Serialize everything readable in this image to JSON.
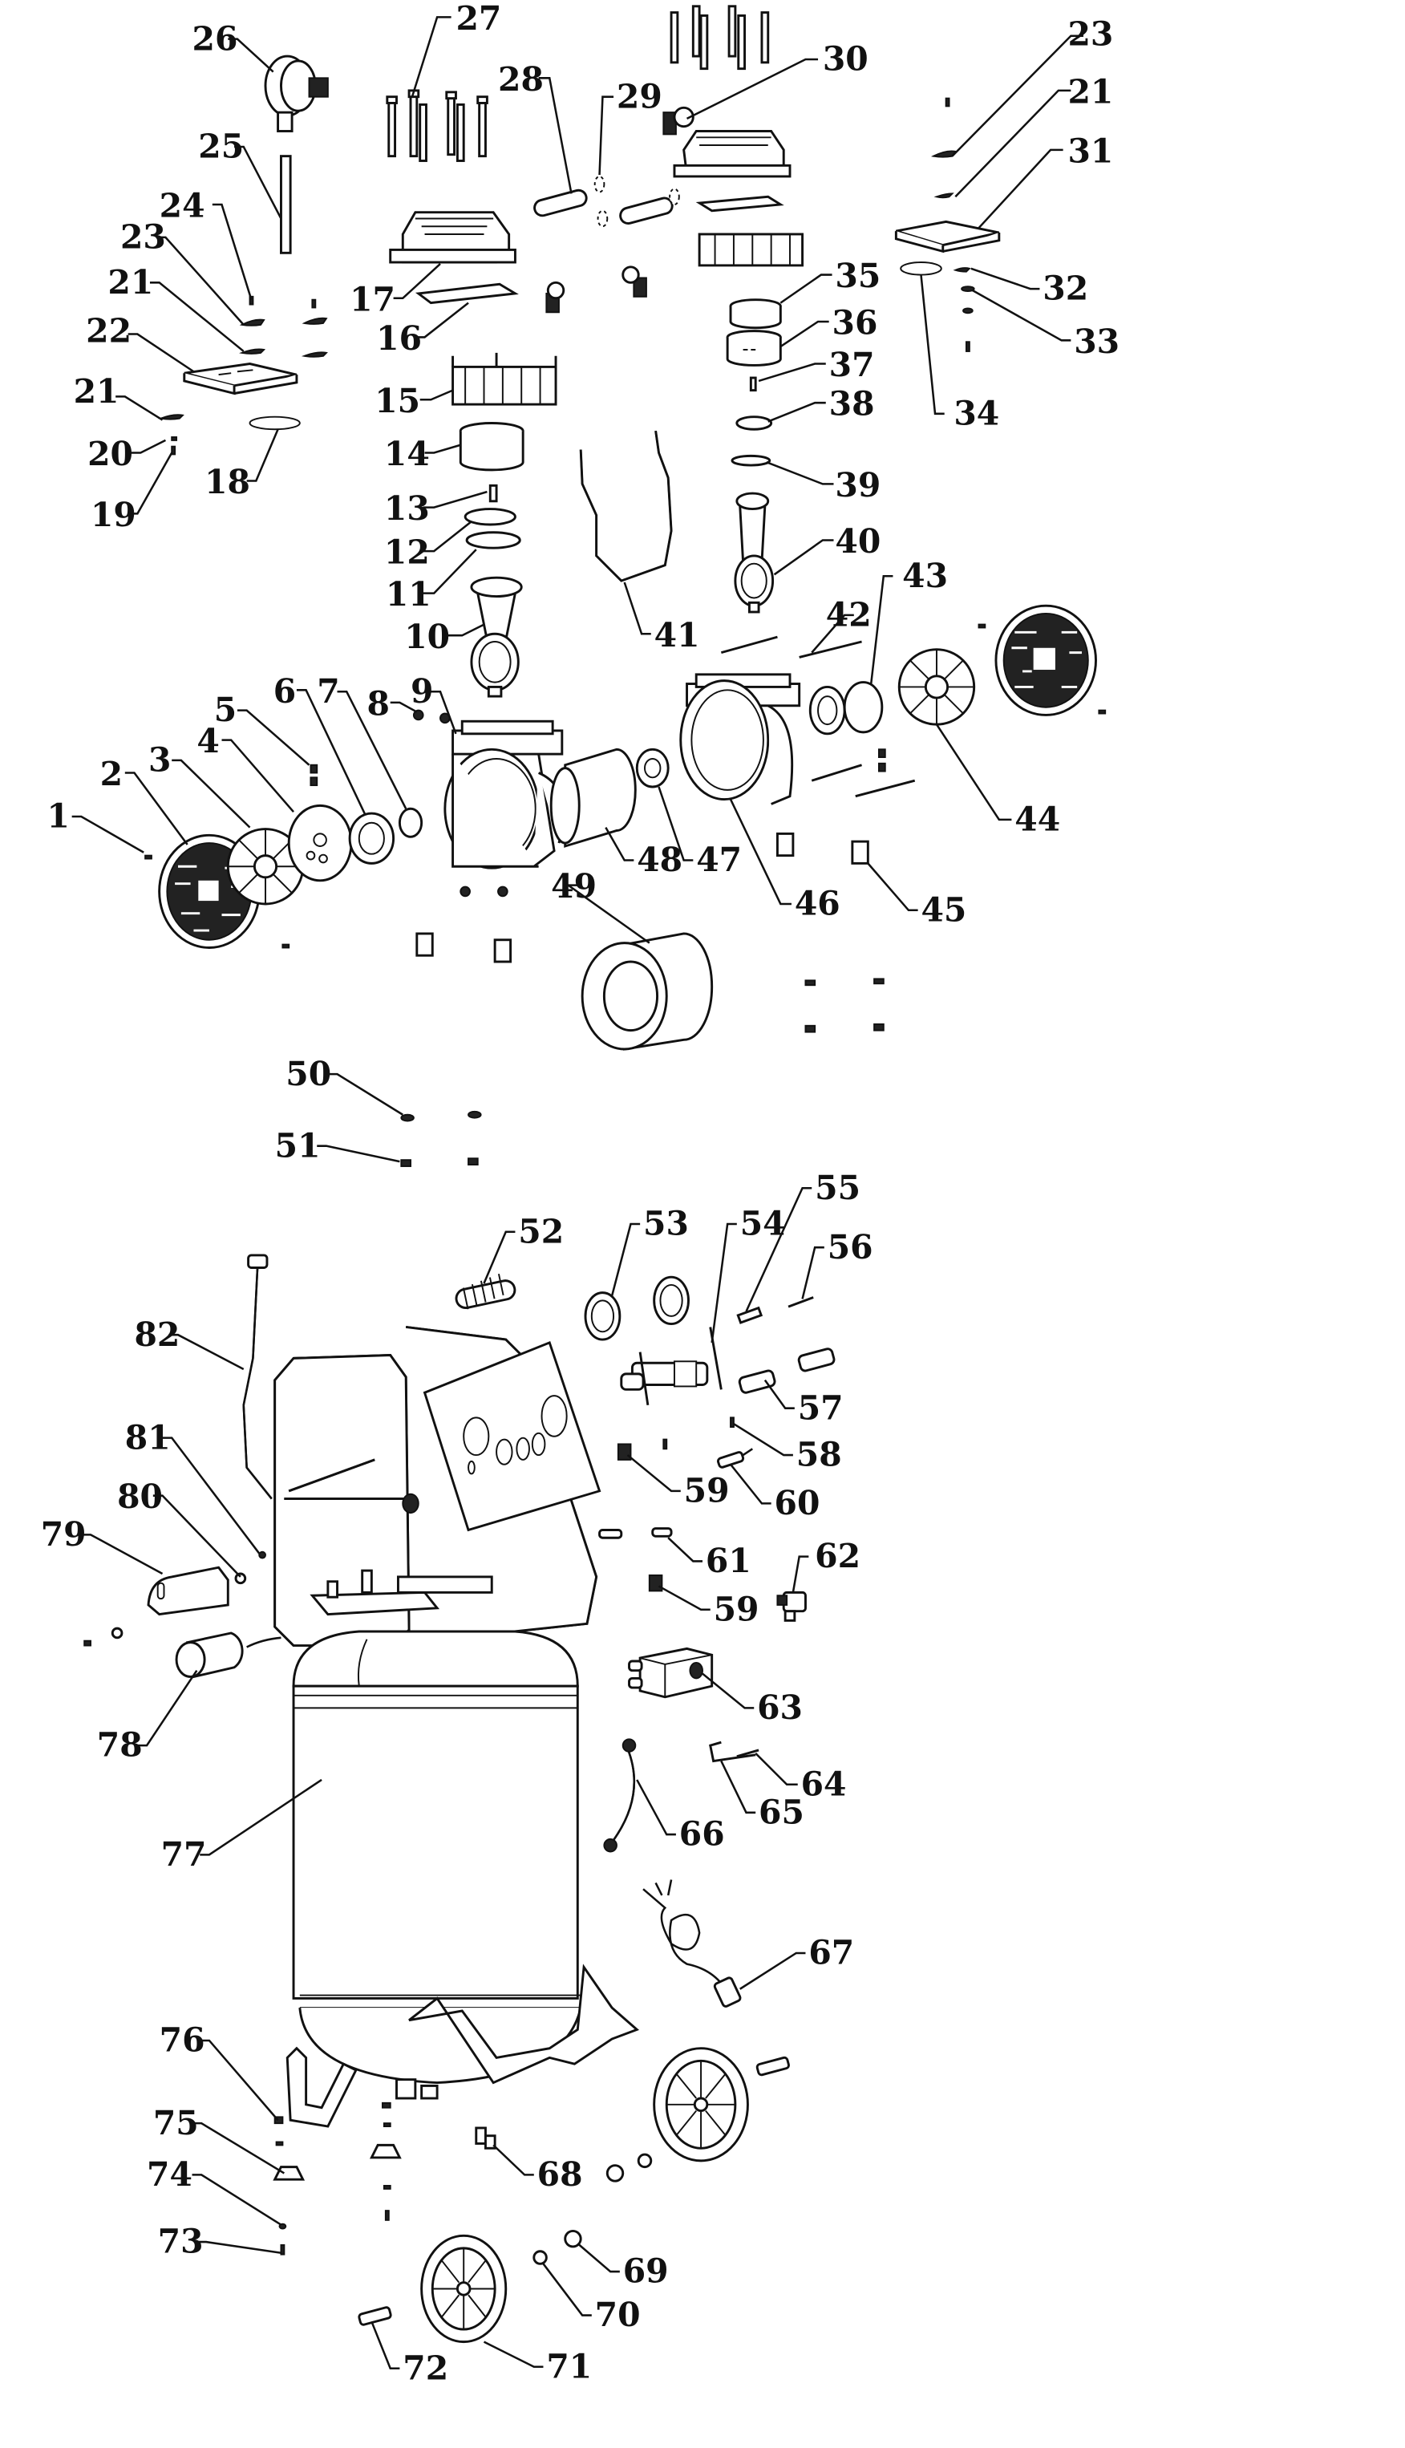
{
  "diagram": {
    "title": "Vertical air compressor exploded parts diagram",
    "background": "#ffffff",
    "ink": "#111111",
    "callouts": [
      {
        "id": "1",
        "label": "1"
      },
      {
        "id": "2",
        "label": "2"
      },
      {
        "id": "3",
        "label": "3"
      },
      {
        "id": "4",
        "label": "4"
      },
      {
        "id": "5",
        "label": "5"
      },
      {
        "id": "6",
        "label": "6"
      },
      {
        "id": "7",
        "label": "7"
      },
      {
        "id": "8",
        "label": "8"
      },
      {
        "id": "9",
        "label": "9"
      },
      {
        "id": "10",
        "label": "10"
      },
      {
        "id": "11",
        "label": "11"
      },
      {
        "id": "12",
        "label": "12"
      },
      {
        "id": "13",
        "label": "13"
      },
      {
        "id": "14",
        "label": "14"
      },
      {
        "id": "15",
        "label": "15"
      },
      {
        "id": "16",
        "label": "16"
      },
      {
        "id": "17",
        "label": "17"
      },
      {
        "id": "18",
        "label": "18"
      },
      {
        "id": "19",
        "label": "19"
      },
      {
        "id": "20",
        "label": "20"
      },
      {
        "id": "21a",
        "label": "21"
      },
      {
        "id": "21b",
        "label": "21"
      },
      {
        "id": "21c",
        "label": "21"
      },
      {
        "id": "22",
        "label": "22"
      },
      {
        "id": "23a",
        "label": "23"
      },
      {
        "id": "23b",
        "label": "23"
      },
      {
        "id": "24",
        "label": "24"
      },
      {
        "id": "25",
        "label": "25"
      },
      {
        "id": "26",
        "label": "26"
      },
      {
        "id": "27",
        "label": "27"
      },
      {
        "id": "28",
        "label": "28"
      },
      {
        "id": "29",
        "label": "29"
      },
      {
        "id": "30",
        "label": "30"
      },
      {
        "id": "31",
        "label": "31"
      },
      {
        "id": "32",
        "label": "32"
      },
      {
        "id": "33",
        "label": "33"
      },
      {
        "id": "34",
        "label": "34"
      },
      {
        "id": "35",
        "label": "35"
      },
      {
        "id": "36",
        "label": "36"
      },
      {
        "id": "37",
        "label": "37"
      },
      {
        "id": "38",
        "label": "38"
      },
      {
        "id": "39",
        "label": "39"
      },
      {
        "id": "40",
        "label": "40"
      },
      {
        "id": "41",
        "label": "41"
      },
      {
        "id": "42",
        "label": "42"
      },
      {
        "id": "43",
        "label": "43"
      },
      {
        "id": "44",
        "label": "44"
      },
      {
        "id": "45",
        "label": "45"
      },
      {
        "id": "46",
        "label": "46"
      },
      {
        "id": "47",
        "label": "47"
      },
      {
        "id": "48",
        "label": "48"
      },
      {
        "id": "49",
        "label": "49"
      },
      {
        "id": "50",
        "label": "50"
      },
      {
        "id": "51",
        "label": "51"
      },
      {
        "id": "52",
        "label": "52"
      },
      {
        "id": "53",
        "label": "53"
      },
      {
        "id": "54",
        "label": "54"
      },
      {
        "id": "55",
        "label": "55"
      },
      {
        "id": "56",
        "label": "56"
      },
      {
        "id": "57",
        "label": "57"
      },
      {
        "id": "58",
        "label": "58"
      },
      {
        "id": "59a",
        "label": "59"
      },
      {
        "id": "59b",
        "label": "59"
      },
      {
        "id": "60",
        "label": "60"
      },
      {
        "id": "61",
        "label": "61"
      },
      {
        "id": "62",
        "label": "62"
      },
      {
        "id": "63",
        "label": "63"
      },
      {
        "id": "64",
        "label": "64"
      },
      {
        "id": "65",
        "label": "65"
      },
      {
        "id": "66",
        "label": "66"
      },
      {
        "id": "67",
        "label": "67"
      },
      {
        "id": "68",
        "label": "68"
      },
      {
        "id": "69",
        "label": "69"
      },
      {
        "id": "70",
        "label": "70"
      },
      {
        "id": "71",
        "label": "71"
      },
      {
        "id": "72",
        "label": "72"
      },
      {
        "id": "73",
        "label": "73"
      },
      {
        "id": "74",
        "label": "74"
      },
      {
        "id": "75",
        "label": "75"
      },
      {
        "id": "76",
        "label": "76"
      },
      {
        "id": "77",
        "label": "77"
      },
      {
        "id": "78",
        "label": "78"
      },
      {
        "id": "79",
        "label": "79"
      },
      {
        "id": "80",
        "label": "80"
      },
      {
        "id": "81",
        "label": "81"
      },
      {
        "id": "82",
        "label": "82"
      }
    ]
  }
}
